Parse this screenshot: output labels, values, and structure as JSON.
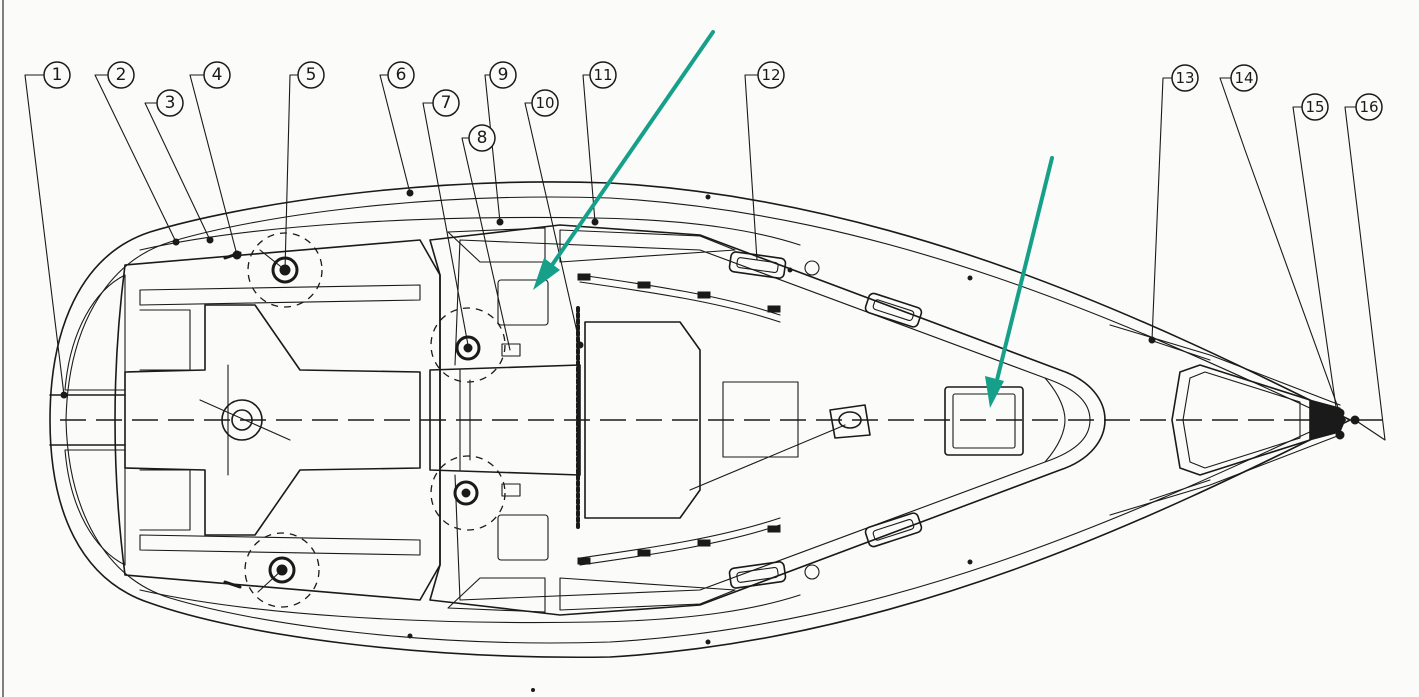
{
  "callouts": [
    {
      "label": "1"
    },
    {
      "label": "2"
    },
    {
      "label": "3"
    },
    {
      "label": "4"
    },
    {
      "label": "5"
    },
    {
      "label": "6"
    },
    {
      "label": "7"
    },
    {
      "label": "8"
    },
    {
      "label": "9"
    },
    {
      "label": "10"
    },
    {
      "label": "11"
    },
    {
      "label": "12"
    },
    {
      "label": "13"
    },
    {
      "label": "14"
    },
    {
      "label": "15"
    },
    {
      "label": "16"
    }
  ],
  "colors": {
    "ink": "#1a1a1a",
    "arrow": "#16a08a",
    "paper": "#fbfbf9"
  }
}
